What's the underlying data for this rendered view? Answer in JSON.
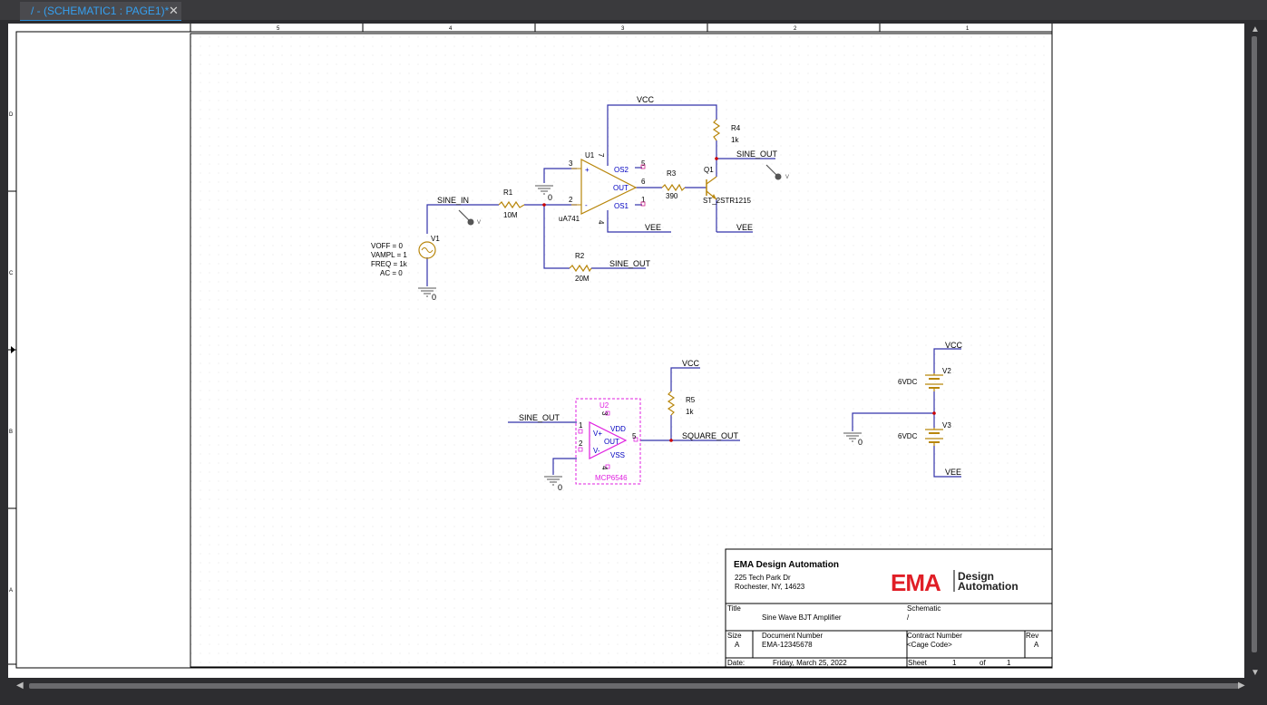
{
  "tab": {
    "label": "/ - (SCHEMATIC1 : PAGE1)*",
    "close": "✕"
  },
  "border": {
    "columns": [
      "5",
      "4",
      "3",
      "2",
      "1"
    ],
    "rows": [
      "D",
      "C",
      "B",
      "A"
    ]
  },
  "schematic": {
    "nets": {
      "vcc_top": "VCC",
      "sine_out_q1": "SINE_OUT",
      "sine_in": "SINE_IN",
      "vee_u1": "VEE",
      "vee_q1": "VEE",
      "sine_out_r2": "SINE_OUT",
      "vcc_r5": "VCC",
      "sine_out_u2": "SINE_OUT",
      "square_out": "SQUARE_OUT",
      "vcc_v2": "VCC",
      "vee_v3": "VEE"
    },
    "ground_labels": {
      "g_u1": "0",
      "g_v1": "0",
      "g_u2": "0",
      "g_v": "0",
      "net0": "0"
    },
    "u1": {
      "ref": "U1",
      "part": "uA741",
      "pin3": "3",
      "pin2": "2",
      "pin7": "7",
      "pin4": "4",
      "pin5": "5",
      "pin6": "6",
      "pin1": "1",
      "os2": "OS2",
      "os1": "OS1",
      "out": "OUT",
      "plus": "+",
      "minus": "-"
    },
    "r1": {
      "ref": "R1",
      "value": "10M"
    },
    "r2": {
      "ref": "R2",
      "value": "20M"
    },
    "r3": {
      "ref": "R3",
      "value": "390"
    },
    "r4": {
      "ref": "R4",
      "value": "1k"
    },
    "r5": {
      "ref": "R5",
      "value": "1k"
    },
    "q1": {
      "ref": "Q1",
      "part": "ST_2STR1215"
    },
    "v1": {
      "ref": "V1",
      "voff": "VOFF = 0",
      "vampl": "VAMPL = 1",
      "freq": "FREQ = 1k",
      "ac": "AC = 0"
    },
    "u2": {
      "ref": "U2",
      "part": "MCP6546",
      "vdd": "VDD",
      "vss": "VSS",
      "out": "OUT",
      "vplus": "V+",
      "vminus": "V-",
      "pin1": "1",
      "pin2": "2",
      "pin3": "3",
      "pin4": "4",
      "pin5": "5"
    },
    "v2": {
      "ref": "V2",
      "value": "6VDC"
    },
    "v3": {
      "ref": "V3",
      "value": "6VDC"
    },
    "probe_label": "V"
  },
  "title_block": {
    "company": "EMA Design Automation",
    "address1": "225 Tech Park Dr",
    "address2": "Rochester, NY, 14623",
    "logo_ema": "EMA",
    "logo_design": "Design",
    "logo_automation": "Automation",
    "title_label": "Title",
    "title_value": "Sine Wave BJT Amplifier",
    "schematic_label": "Schematic",
    "schematic_value": "/",
    "size_label": "Size",
    "size_value": "A",
    "docnum_label": "Document Number",
    "docnum_value": "EMA-12345678",
    "contract_label": "Contract Number",
    "contract_value": "<Cage Code>",
    "rev_label": "Rev",
    "rev_value": "A",
    "date_label": "Date:",
    "date_value": "Friday, March 25, 2022",
    "sheet_label": "Sheet",
    "sheet_value": "1",
    "of_label": "of",
    "of_value": "1"
  },
  "colors": {
    "wire": "#3333aa",
    "component": "#b8860b",
    "text": "#000000",
    "pinlabel": "#0000c0",
    "u2": "#e020e0",
    "junction": "#cc0000"
  }
}
